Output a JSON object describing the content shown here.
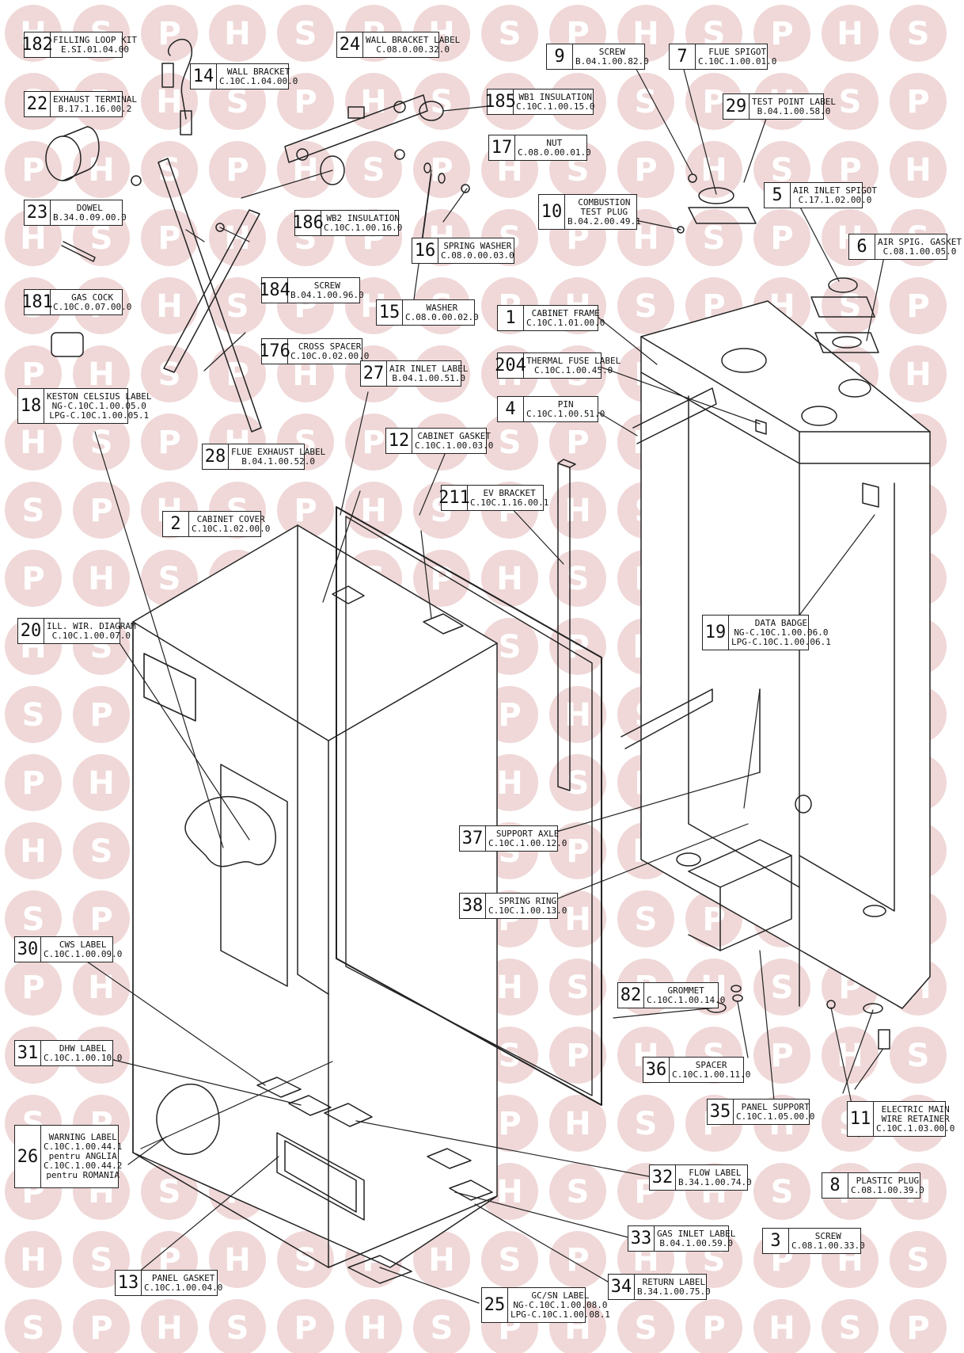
{
  "watermark": {
    "letters": [
      "H",
      "S",
      "P"
    ],
    "color": "#f0d8d8"
  },
  "parts": [
    {
      "id": "p182",
      "num": "182",
      "lines": [
        "FILLING LOOP KIT",
        "E.SI.01.04.00"
      ]
    },
    {
      "id": "p22",
      "num": "22",
      "lines": [
        "EXHAUST TERMINAL",
        "B.17.1.16.00.2"
      ]
    },
    {
      "id": "p23",
      "num": "23",
      "lines": [
        "DOWEL",
        "B.34.0.09.00.0"
      ]
    },
    {
      "id": "p181",
      "num": "181",
      "lines": [
        "GAS COCK",
        "C.10C.0.07.00.0"
      ]
    },
    {
      "id": "p18",
      "num": "18",
      "lines": [
        "KESTON CELSIUS LABEL",
        "NG-C.10C.1.00.05.0",
        "LPG-C.10C.1.00.05.1"
      ]
    },
    {
      "id": "p14",
      "num": "14",
      "lines": [
        "WALL BRACKET",
        "C.10C.1.04.00.0"
      ]
    },
    {
      "id": "p24",
      "num": "24",
      "lines": [
        "WALL BRACKET LABEL",
        "C.08.0.00.32.0"
      ]
    },
    {
      "id": "p185",
      "num": "185",
      "lines": [
        "WB1 INSULATION",
        "C.10C.1.00.15.0"
      ]
    },
    {
      "id": "p17",
      "num": "17",
      "lines": [
        "NUT",
        "C.08.0.00.01.0"
      ]
    },
    {
      "id": "p186",
      "num": "186",
      "lines": [
        "WB2 INSULATION",
        "C.10C.1.00.16.0"
      ]
    },
    {
      "id": "p16",
      "num": "16",
      "lines": [
        "SPRING WASHER",
        "C.08.0.00.03.0"
      ]
    },
    {
      "id": "p184",
      "num": "184",
      "lines": [
        "SCREW",
        "B.04.1.00.96.0"
      ]
    },
    {
      "id": "p15",
      "num": "15",
      "lines": [
        "WASHER",
        "C.08.0.00.02.0"
      ]
    },
    {
      "id": "p176",
      "num": "176",
      "lines": [
        "CROSS SPACER",
        "C.10C.0.02.00.0"
      ]
    },
    {
      "id": "p9",
      "num": "9",
      "lines": [
        "SCREW",
        "B.04.1.00.82.0"
      ]
    },
    {
      "id": "p7",
      "num": "7",
      "lines": [
        "FLUE SPIGOT",
        "C.10C.1.00.01.0"
      ]
    },
    {
      "id": "p29",
      "num": "29",
      "lines": [
        "TEST POINT LABEL",
        "B.04.1.00.58.0"
      ]
    },
    {
      "id": "p10",
      "num": "10",
      "lines": [
        "COMBUSTION",
        "TEST PLUG",
        "B.04.2.00.49.1"
      ]
    },
    {
      "id": "p5",
      "num": "5",
      "lines": [
        "AIR INLET SPIGOT",
        "C.17.1.02.00.0"
      ]
    },
    {
      "id": "p6",
      "num": "6",
      "lines": [
        "AIR SPIG. GASKET",
        "C.08.1.00.05.0"
      ]
    },
    {
      "id": "p1",
      "num": "1",
      "lines": [
        "CABINET FRAME",
        "C.10C.1.01.00.0"
      ]
    },
    {
      "id": "p204",
      "num": "204",
      "lines": [
        "THERMAL FUSE LABEL",
        "C.10C.1.00.45.0"
      ]
    },
    {
      "id": "p4",
      "num": "4",
      "lines": [
        "PIN",
        "C.10C.1.00.51.0"
      ]
    },
    {
      "id": "p27",
      "num": "27",
      "lines": [
        "AIR INLET LABEL",
        "B.04.1.00.51.0"
      ]
    },
    {
      "id": "p12",
      "num": "12",
      "lines": [
        "CABINET GASKET",
        "C.10C.1.00.03.0"
      ]
    },
    {
      "id": "p28",
      "num": "28",
      "lines": [
        "FLUE EXHAUST LABEL",
        "B.04.1.00.52.0"
      ]
    },
    {
      "id": "p211",
      "num": "211",
      "lines": [
        "EV BRACKET",
        "C.10C.1.16.00.1"
      ]
    },
    {
      "id": "p2",
      "num": "2",
      "lines": [
        "CABINET COVER",
        "C.10C.1.02.00.0"
      ]
    },
    {
      "id": "p20",
      "num": "20",
      "lines": [
        "ILL. WIR. DIAGRAM",
        "C.10C.1.00.07.0"
      ]
    },
    {
      "id": "p19",
      "num": "19",
      "lines": [
        "DATA BADGE",
        "NG-C.10C.1.00.06.0",
        "LPG-C.10C.1.00.06.1"
      ]
    },
    {
      "id": "p37",
      "num": "37",
      "lines": [
        "SUPPORT AXLE",
        "C.10C.1.00.12.0"
      ]
    },
    {
      "id": "p38",
      "num": "38",
      "lines": [
        "SPRING RING",
        "C.10C.1.00.13.0"
      ]
    },
    {
      "id": "p30",
      "num": "30",
      "lines": [
        "CWS LABEL",
        "C.10C.1.00.09.0"
      ]
    },
    {
      "id": "p82",
      "num": "82",
      "lines": [
        "GROMMET",
        "C.10C.1.00.14.0"
      ]
    },
    {
      "id": "p31",
      "num": "31",
      "lines": [
        "DHW LABEL",
        "C.10C.1.00.10.0"
      ]
    },
    {
      "id": "p36",
      "num": "36",
      "lines": [
        "SPACER",
        "C.10C.1.00.11.0"
      ]
    },
    {
      "id": "p35",
      "num": "35",
      "lines": [
        "PANEL SUPPORT",
        "C.10C.1.05.00.0"
      ]
    },
    {
      "id": "p11",
      "num": "11",
      "lines": [
        "ELECTRIC MAIN",
        "WIRE RETAINER",
        "C.10C.1.03.00.0"
      ]
    },
    {
      "id": "p26",
      "num": "26",
      "lines": [
        "WARNING LABEL",
        "C.10C.1.00.44.1",
        "pentru ANGLIA",
        "C.10C.1.00.44.2",
        "pentru ROMANIA"
      ]
    },
    {
      "id": "p32",
      "num": "32",
      "lines": [
        "FLOW LABEL",
        "B.34.1.00.74.0"
      ]
    },
    {
      "id": "p8",
      "num": "8",
      "lines": [
        "PLASTIC PLUG",
        "C.08.1.00.39.0"
      ]
    },
    {
      "id": "p33",
      "num": "33",
      "lines": [
        "GAS INLET LABEL",
        "B.04.1.00.59.0"
      ]
    },
    {
      "id": "p3",
      "num": "3",
      "lines": [
        "SCREW",
        "C.08.1.00.33.0"
      ]
    },
    {
      "id": "p13",
      "num": "13",
      "lines": [
        "PANEL GASKET",
        "C.10C.1.00.04.0"
      ]
    },
    {
      "id": "p34",
      "num": "34",
      "lines": [
        "RETURN LABEL",
        "B.34.1.00.75.0"
      ]
    },
    {
      "id": "p25",
      "num": "25",
      "lines": [
        "GC/SN LABEL",
        "NG-C.10C.1.00.08.0",
        "LPG-C.10C.1.00.08.1"
      ]
    }
  ]
}
